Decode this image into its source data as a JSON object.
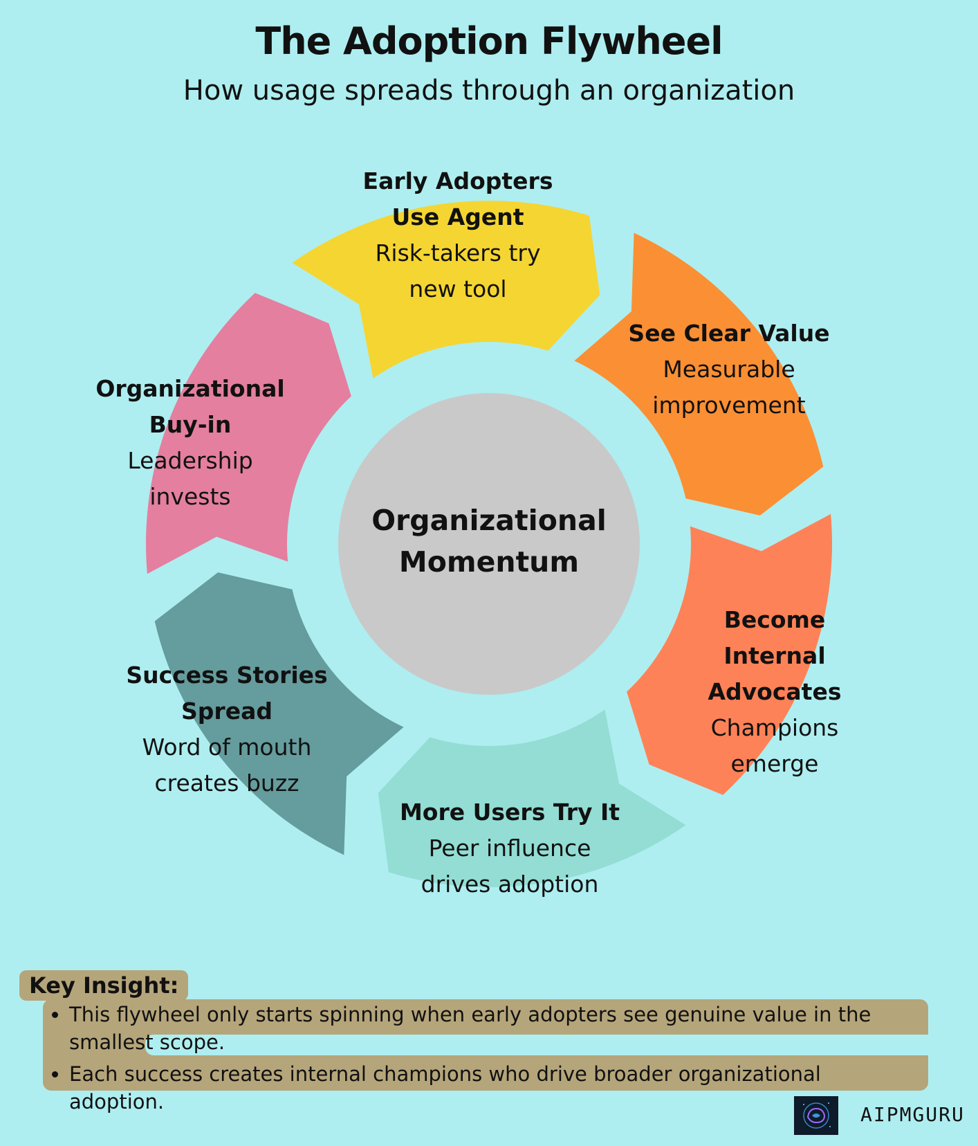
{
  "title": "The Adoption Flywheel",
  "subtitle": "How usage spreads through an organization",
  "hub": {
    "label": "Organizational Momentum",
    "color": "#c9c9c9"
  },
  "segments": [
    {
      "key": "early",
      "title": "Early Adopters Use Agent",
      "desc": "Risk-takers try new tool",
      "color": "#f5d531"
    },
    {
      "key": "value",
      "title": "See Clear Value",
      "desc": "Measurable improvement",
      "color": "#fb8f34"
    },
    {
      "key": "advocates",
      "title": "Become Internal Advocates",
      "desc": "Champions emerge",
      "color": "#fe8257"
    },
    {
      "key": "users",
      "title": "More Users Try It",
      "desc": "Peer influence drives adoption",
      "color": "#93ddd4"
    },
    {
      "key": "stories",
      "title": "Success Stories Spread",
      "desc": "Word of mouth creates buzz",
      "color": "#659c9d"
    },
    {
      "key": "buyin",
      "title": "Organizational Buy-in",
      "desc": "Leadership invests",
      "color": "#e47f9f"
    }
  ],
  "insight": {
    "label": "Key Insight:",
    "bullets": [
      "This flywheel only starts spinning when early adopters see genuine value in the smallest scope.",
      "Each success creates internal champions who drive broader organizational adoption."
    ],
    "color": "#b5a57a"
  },
  "brand": {
    "name": "AIPMGURU",
    "icon": "brain-logo-icon"
  },
  "background": "#aeeef0"
}
